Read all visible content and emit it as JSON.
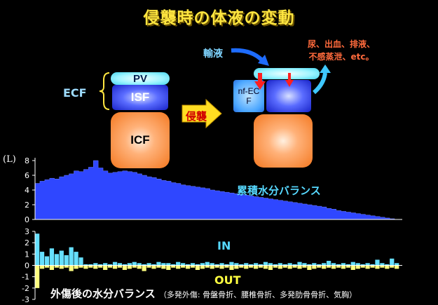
{
  "title": "侵襲時の体液の変動",
  "diagram": {
    "ecf_label": "ECF",
    "pv": "PV",
    "isf": "ISF",
    "icf": "ICF",
    "arrow_label": "侵襲",
    "nf_ecf": "nf-ECF",
    "infusion": "輸液",
    "losses": "尿、出血、排液、\n不感蒸泄、etc。"
  },
  "chart_data": [
    {
      "type": "area",
      "ylabel": "(L)",
      "label": "累積水分バランス",
      "ylim": [
        0,
        8
      ],
      "yticks": [
        0,
        2,
        4,
        6,
        8
      ],
      "values": [
        4.9,
        5.2,
        5.4,
        5.6,
        5.5,
        5.8,
        6.0,
        6.2,
        6.6,
        6.5,
        6.8,
        7.1,
        8.0,
        7.0,
        6.6,
        6.3,
        6.4,
        6.5,
        6.6,
        6.5,
        6.4,
        6.2,
        6.0,
        5.8,
        5.7,
        5.5,
        5.3,
        5.2,
        5.0,
        4.9,
        4.7,
        4.6,
        4.5,
        4.4,
        4.3,
        4.2,
        4.0,
        3.9,
        3.8,
        3.7,
        3.6,
        3.5,
        3.4,
        3.3,
        3.2,
        3.1,
        3.0,
        2.9,
        2.8,
        2.7,
        2.6,
        2.5,
        2.4,
        2.3,
        2.2,
        2.1,
        2.0,
        1.9,
        1.8,
        1.7,
        1.5,
        1.4,
        1.2,
        1.1,
        1.0,
        0.9,
        0.8,
        0.7,
        0.6,
        0.5,
        0.4,
        0.3,
        0.2,
        0.1,
        0.0
      ]
    },
    {
      "type": "bar",
      "label_in": "IN",
      "label_out": "OUT",
      "ylim": [
        -3,
        3
      ],
      "yticks": [
        3,
        2,
        1,
        0,
        -1,
        -2,
        -3
      ],
      "in_values": [
        2.8,
        1.2,
        0.8,
        1.5,
        1.0,
        1.3,
        0.9,
        1.6,
        1.2,
        0.7,
        0.1,
        0.1,
        0.2,
        0.1,
        0.2,
        0.1,
        0.3,
        0.2,
        0.1,
        0.2,
        0.3,
        0.2,
        0.1,
        0.2,
        0.1,
        0.3,
        0.2,
        0.2,
        0.1,
        0.3,
        0.2,
        0.1,
        0.2,
        0.1,
        0.2,
        0.3,
        0.2,
        0.1,
        0.2,
        0.1,
        0.3,
        0.2,
        0.1,
        0.2,
        0.1,
        0.2,
        0.1,
        0.3,
        0.2,
        0.1,
        0.2,
        0.1,
        0.2,
        0.1,
        0.3,
        0.2,
        0.1,
        0.2,
        0.1,
        0.2,
        0.4,
        0.2,
        0.1,
        0.2,
        0.1,
        0.3,
        0.2,
        0.1,
        0.2,
        0.1,
        0.5,
        0.2,
        0.1,
        0.6,
        0.2
      ],
      "out_values": [
        -2.0,
        -0.3,
        -0.2,
        -0.4,
        -0.2,
        -0.3,
        -0.2,
        -0.5,
        -0.3,
        -0.2,
        -0.3,
        -0.2,
        -0.3,
        -0.2,
        -0.4,
        -0.2,
        -0.3,
        -0.2,
        -0.4,
        -0.3,
        -0.2,
        -0.3,
        -0.5,
        -0.2,
        -0.3,
        -0.2,
        -0.3,
        -0.4,
        -0.2,
        -0.3,
        -0.2,
        -0.3,
        -0.2,
        -0.4,
        -0.3,
        -0.2,
        -0.3,
        -0.2,
        -0.3,
        -0.2,
        -0.4,
        -0.3,
        -0.2,
        -0.3,
        -0.2,
        -0.3,
        -0.2,
        -0.3,
        -0.4,
        -0.2,
        -0.3,
        -0.2,
        -0.3,
        -0.2,
        -0.3,
        -0.2,
        -0.4,
        -0.3,
        -0.2,
        -0.3,
        -0.2,
        -0.3,
        -0.2,
        -0.3,
        -0.2,
        -0.4,
        -0.3,
        -0.2,
        -0.3,
        -0.2,
        -0.3,
        -0.2,
        -0.3,
        -0.2,
        -0.3
      ]
    }
  ],
  "footer": {
    "title": "外傷後の水分バランス",
    "subtitle": "（多発外傷: 骨盤骨折、腰椎骨折、多発肋骨骨折、気胸）"
  },
  "colors": {
    "title": "#ffe640",
    "area_fill": "#2f47ff",
    "in_fill": "#66e0ff",
    "out_fill": "#ffff80",
    "chart_label": "#56d8ff"
  }
}
